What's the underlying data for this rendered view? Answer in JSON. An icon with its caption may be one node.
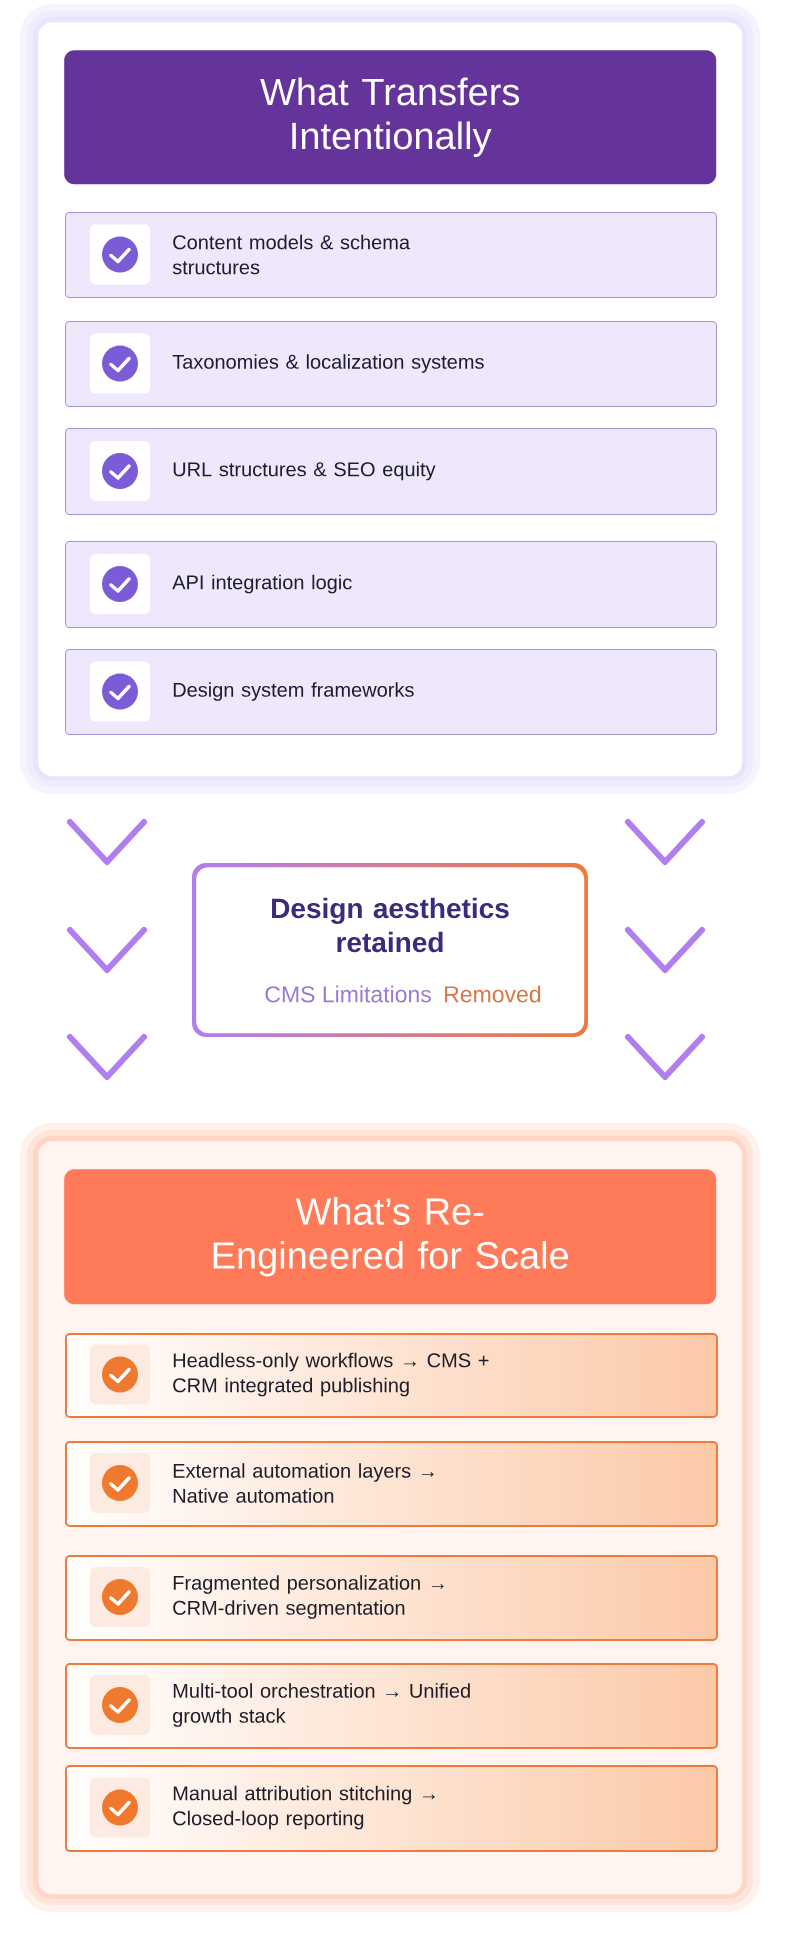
{
  "diagram": {
    "nodes": [
      {
        "text": [],
        "shape": "box"
      },
      {
        "text": [
          "What Transfers Intentionally"
        ],
        "in": 0
      },
      {
        "text": [
          "Content models & schema structures"
        ],
        "in": 0
      },
      {
        "text": [
          "Taxonomies & localization systems"
        ],
        "in": 0
      },
      {
        "text": [
          "URL structures & SEO equity"
        ],
        "in": 0
      },
      {
        "text": [
          "API integration logic"
        ],
        "in": 0
      },
      {
        "text": [
          "Design system frameworks"
        ],
        "in": 0
      },
      {
        "text": [
          "Design aesthetics retained",
          "CMS Limitations",
          "Removed"
        ]
      },
      {
        "text": [],
        "shape": "box"
      },
      {
        "text": [
          "What’s Re-Engineered for Scale"
        ],
        "in": 8
      },
      {
        "text": [
          "Headless-only workflows → CMS + CRM integrated publishing"
        ],
        "in": 8
      },
      {
        "text": [
          "External automation layers → Native automation"
        ],
        "in": 8
      },
      {
        "text": [
          "Fragmented personalization → CRM-driven segmentation"
        ],
        "in": 8
      },
      {
        "text": [
          "Multi-tool orchestration → Unified growth stack"
        ],
        "in": 8
      },
      {
        "text": [
          "Manual attribution stitching → Closed-loop reporting"
        ],
        "in": 8
      }
    ]
  }
}
